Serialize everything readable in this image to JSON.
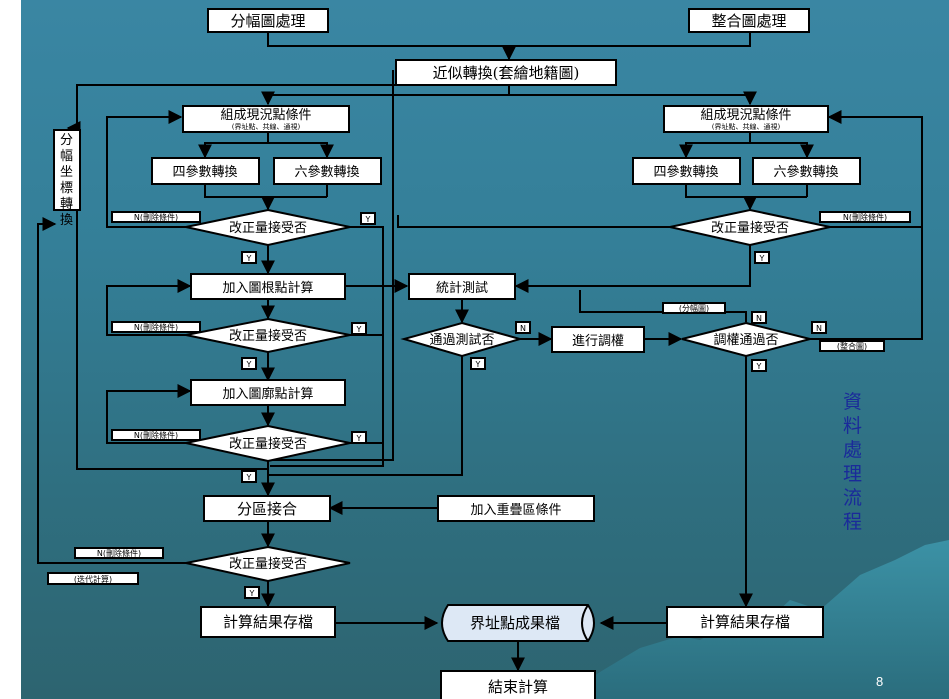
{
  "nodes": {
    "split_process": "分幅圖處理",
    "merge_process": "整合圖處理",
    "approx_transform": "近似轉換(套繪地籍圖)",
    "coord_transform": "分幅坐標轉換",
    "select_points_left": "組成現況點條件",
    "select_points_left_sub": "(界址點、共線、通視)",
    "select_points_right": "組成現況點條件",
    "select_points_right_sub": "(界址點、共線、通視)",
    "four_param_left": "四參數轉換",
    "six_param_left": "六參數轉換",
    "four_param_right": "四參數轉換",
    "six_param_right": "六參數轉換",
    "accept_1": "改正量接受否",
    "accept_r": "改正量接受否",
    "add_root_points": "加入圖根點計算",
    "accept_2": "改正量接受否",
    "add_parcel_points": "加入圖廓點計算",
    "accept_3": "改正量接受否",
    "stat_test": "統計測試",
    "pass_test": "通過測試否",
    "adjust": "進行調權",
    "adjust_pass": "調權通過否",
    "zone_join": "分區接合",
    "add_overlap": "加入重疊區條件",
    "accept_4": "改正量接受否",
    "save_left": "計算結果存檔",
    "save_right": "計算結果存檔",
    "boundary_file": "界址點成果檔",
    "end": "結束計算"
  },
  "labels": {
    "y": "Y",
    "n": "N",
    "n_remove": "N(刪除條件)",
    "split_map": "(分幅圖)",
    "merge_map": "(整合圖)",
    "iterate": "(迭代計算)"
  },
  "sidebar_title": "資料處理流程",
  "page_number": "8",
  "colors": {
    "background": "#347f98",
    "box_fill": "#ffffff",
    "line": "#000000",
    "side_title": "#1a2a9a",
    "terminal_fill": "#dde8f5"
  }
}
